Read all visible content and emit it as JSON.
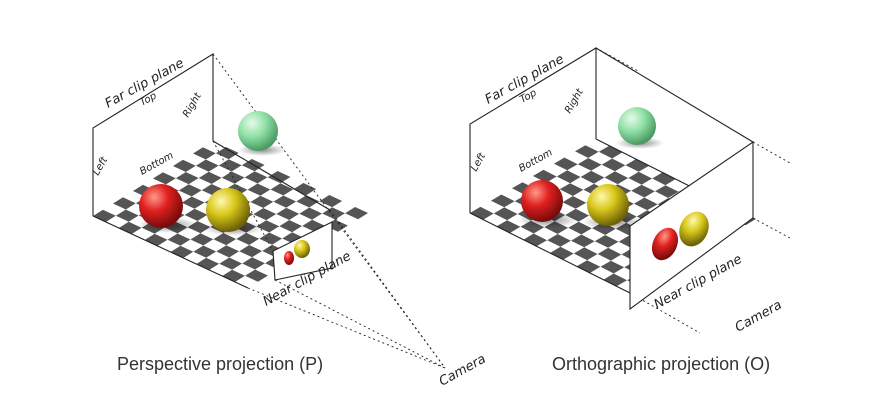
{
  "perspective": {
    "caption": "Perspective projection (P)",
    "far_clip_label": "Far clip plane",
    "near_clip_label": "Near clip plane",
    "camera_label": "Camera",
    "top_label": "Top",
    "bottom_label": "Bottom",
    "left_label": "Left",
    "right_label": "Right"
  },
  "orthographic": {
    "caption": "Orthographic projection (O)",
    "far_clip_label": "Far clip plane",
    "near_clip_label": "Near clip plane",
    "camera_label": "Camera",
    "top_label": "Top",
    "bottom_label": "Bottom",
    "left_label": "Left",
    "right_label": "Right"
  },
  "colors": {
    "red_sphere": "#e02020",
    "yellow_sphere": "#d8c81a",
    "green_sphere": "#7ed79a",
    "checker_dark": "#555555",
    "checker_light": "#ffffff"
  }
}
